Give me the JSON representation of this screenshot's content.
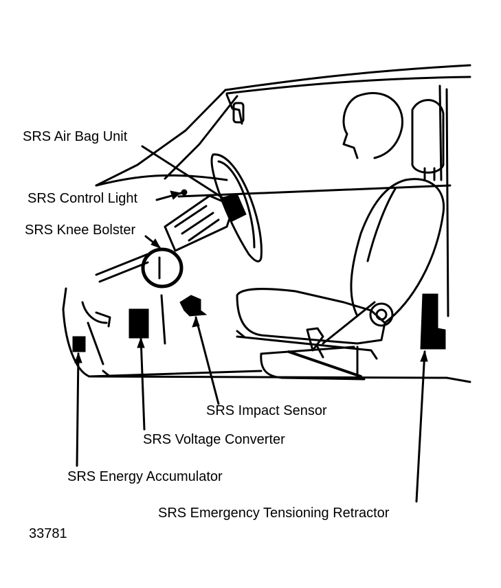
{
  "labels": {
    "air_bag_unit": "SRS Air Bag Unit",
    "control_light": "SRS Control Light",
    "knee_bolster": "SRS Knee Bolster",
    "impact_sensor": "SRS Impact Sensor",
    "voltage_converter": "SRS Voltage Converter",
    "energy_accumulator": "SRS Energy Accumulator",
    "tensioning_retractor": "SRS Emergency Tensioning Retractor"
  },
  "figure_number": "33781",
  "colors": {
    "ink": "#000000",
    "background": "#ffffff"
  }
}
